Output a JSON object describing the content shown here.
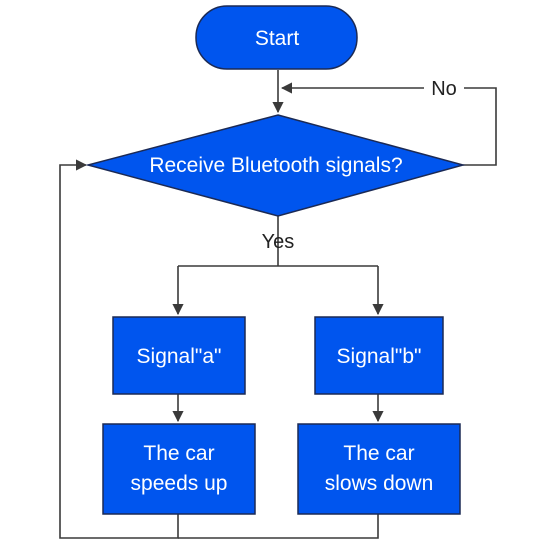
{
  "diagram": {
    "nodes": {
      "start": {
        "label": "Start"
      },
      "decision": {
        "label": "Receive Bluetooth signals?"
      },
      "signal_a": {
        "label": "Signal\"a\""
      },
      "signal_b": {
        "label": "Signal\"b\""
      },
      "speeds_up": {
        "lines": [
          "The car",
          "speeds up"
        ]
      },
      "slows_down": {
        "lines": [
          "The car",
          "slows down"
        ]
      }
    },
    "edges": {
      "no_label": "No",
      "yes_label": "Yes"
    },
    "colors": {
      "node_fill": "#0055ee",
      "node_stroke": "#1b2a55",
      "edge": "#3a3a3a",
      "background": "#ffffff"
    }
  }
}
